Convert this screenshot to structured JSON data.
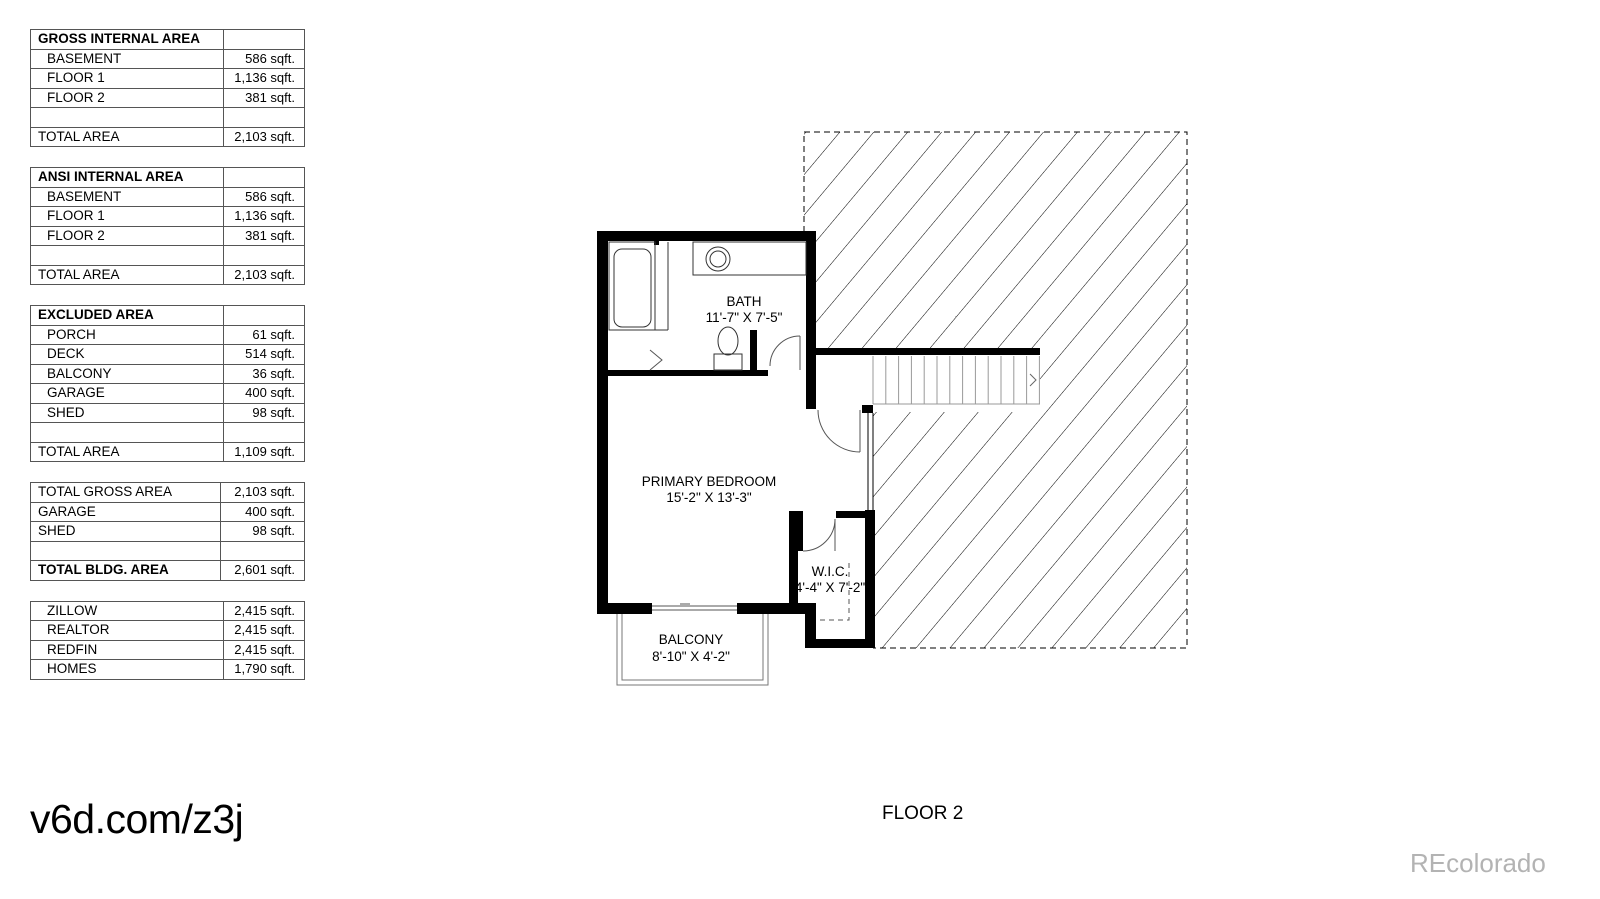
{
  "tables": [
    {
      "heading": "GROSS INTERNAL AREA",
      "rows": [
        {
          "label": "BASEMENT",
          "value": "586 sqft."
        },
        {
          "label": "FLOOR 1",
          "value": "1,136 sqft."
        },
        {
          "label": "FLOOR 2",
          "value": "381 sqft."
        },
        {
          "label": "",
          "value": ""
        },
        {
          "label": "TOTAL AREA",
          "value": "2,103 sqft."
        }
      ]
    },
    {
      "heading": "ANSI INTERNAL AREA",
      "rows": [
        {
          "label": "BASEMENT",
          "value": "586 sqft."
        },
        {
          "label": "FLOOR 1",
          "value": "1,136 sqft."
        },
        {
          "label": "FLOOR 2",
          "value": "381 sqft."
        },
        {
          "label": "",
          "value": ""
        },
        {
          "label": "TOTAL AREA",
          "value": "2,103 sqft."
        }
      ]
    },
    {
      "heading": "EXCLUDED AREA",
      "rows": [
        {
          "label": "PORCH",
          "value": "61 sqft."
        },
        {
          "label": "DECK",
          "value": "514 sqft."
        },
        {
          "label": "BALCONY",
          "value": "36 sqft."
        },
        {
          "label": "GARAGE",
          "value": "400 sqft."
        },
        {
          "label": "SHED",
          "value": "98 sqft."
        },
        {
          "label": "",
          "value": ""
        },
        {
          "label": "TOTAL AREA",
          "value": "1,109 sqft."
        }
      ]
    },
    {
      "rows": [
        {
          "label": "TOTAL GROSS AREA",
          "value": "2,103 sqft."
        },
        {
          "label": "GARAGE",
          "value": "400 sqft."
        },
        {
          "label": "SHED",
          "value": "98 sqft."
        },
        {
          "label": "",
          "value": ""
        },
        {
          "label": "TOTAL BLDG. AREA",
          "value": "2,601 sqft.",
          "bold": true
        }
      ]
    },
    {
      "rows": [
        {
          "label": "ZILLOW",
          "value": "2,415 sqft.",
          "indent": true
        },
        {
          "label": "REALTOR",
          "value": "2,415 sqft.",
          "indent": true
        },
        {
          "label": "REDFIN",
          "value": "2,415 sqft.",
          "indent": true
        },
        {
          "label": "HOMES",
          "value": "1,790 sqft.",
          "indent": true
        }
      ]
    }
  ],
  "rooms": {
    "bath": {
      "name": "BATH",
      "dims": "11'-7\" X 7'-5\""
    },
    "primary_bedroom": {
      "name": "PRIMARY BEDROOM",
      "dims": "15'-2\" X 13'-3\""
    },
    "wic": {
      "name": "W.I.C.",
      "dims": "4'-4\" X 7'-2\""
    },
    "balcony": {
      "name": "BALCONY",
      "dims": "8'-10\" X 4'-2\""
    }
  },
  "floor_label": "FLOOR 2",
  "short_url": "v6d.com/z3j",
  "watermark": "REcolorado",
  "colors": {
    "wall": "#000000",
    "hatch": "#000000",
    "watermark": "#b3b3b3",
    "table_border": "#555555"
  }
}
